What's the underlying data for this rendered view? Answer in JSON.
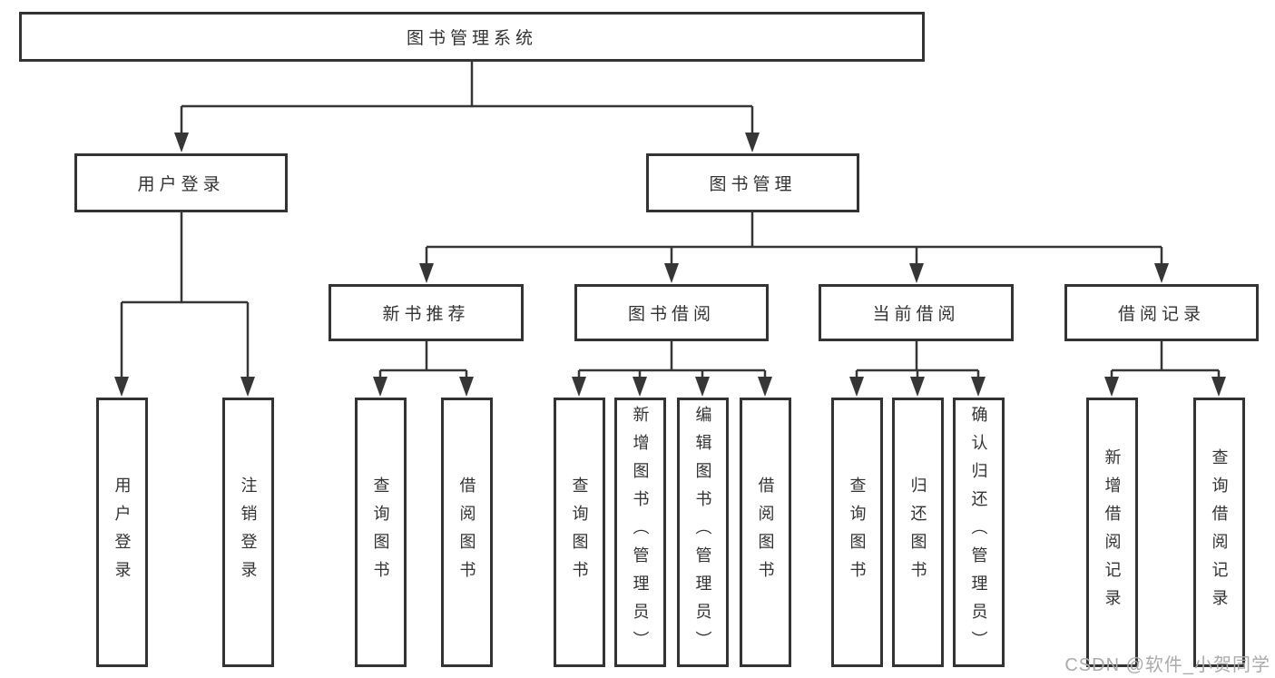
{
  "nodes": {
    "root": "图书管理系统",
    "level2": [
      "用户登录",
      "图书管理"
    ],
    "level3": [
      "新书推荐",
      "图书借阅",
      "当前借阅",
      "借阅记录"
    ],
    "leaves": [
      "用户登录",
      "注销登录",
      "查询图书",
      "借阅图书",
      "查询图书",
      "新增图书（管理员）",
      "编辑图书（管理员）",
      "借阅图书",
      "查询图书",
      "归还图书",
      "确认归还（管理员）",
      "新增借阅记录",
      "查询借阅记录"
    ]
  },
  "watermark": "CSDN @软件_小贺同学",
  "colors": {
    "line": "#363636",
    "border": "#333333",
    "text": "#333333",
    "watermark": "#ababab",
    "background": "#ffffff"
  }
}
